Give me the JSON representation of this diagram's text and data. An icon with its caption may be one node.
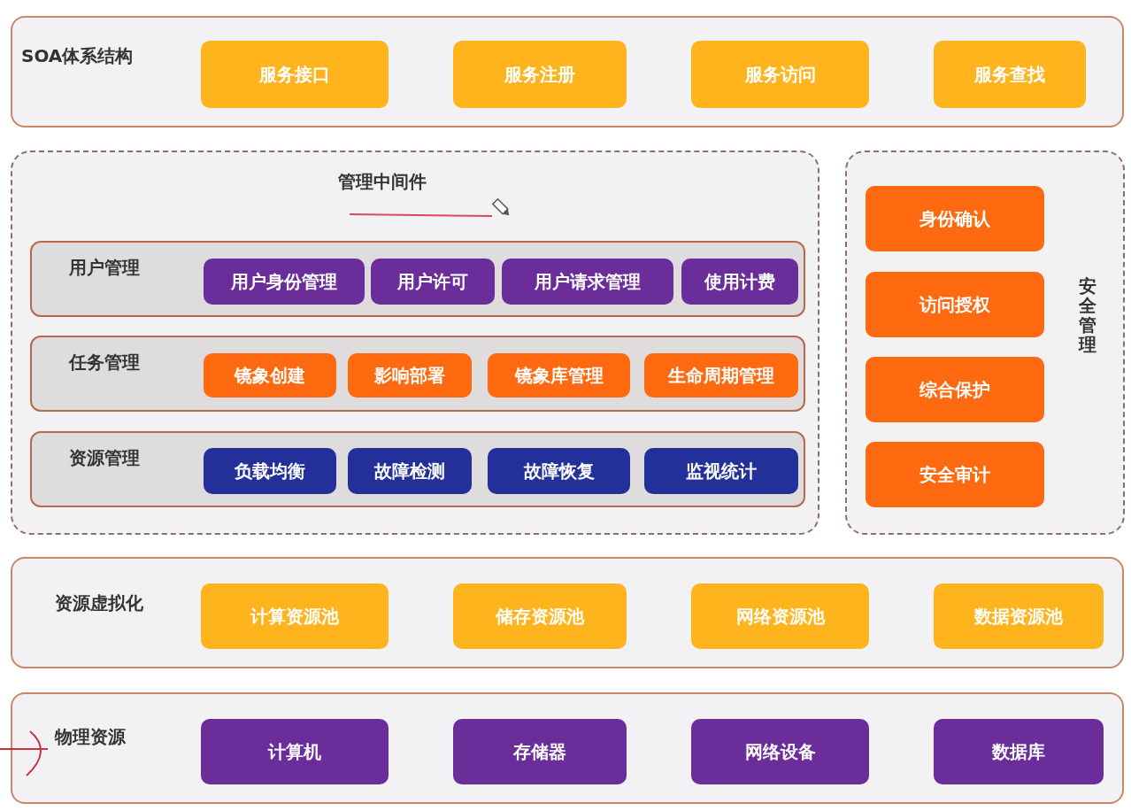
{
  "diagram": {
    "nodes": [
      {
        "text": [
          "SOA体系结构"
        ]
      },
      {
        "text": [
          "服务接口"
        ],
        "in": 0
      },
      {
        "text": [
          "服务注册"
        ],
        "in": 0
      },
      {
        "text": [
          "服务访问"
        ],
        "in": 0
      },
      {
        "text": [
          "服务查找"
        ],
        "in": 0
      },
      {
        "text": [
          "管理中间件"
        ]
      },
      {
        "text": [
          "用户管理"
        ],
        "in": 5
      },
      {
        "text": [
          "用户身份管理"
        ],
        "in": 6
      },
      {
        "text": [
          "用户许可"
        ],
        "in": 6
      },
      {
        "text": [
          "用户请求管理"
        ],
        "in": 6
      },
      {
        "text": [
          "使用计费"
        ],
        "in": 6
      },
      {
        "text": [
          "任务管理"
        ],
        "in": 5
      },
      {
        "text": [
          "镜象创建"
        ],
        "in": 11
      },
      {
        "text": [
          "影响部署"
        ],
        "in": 11
      },
      {
        "text": [
          "镜象库管理"
        ],
        "in": 11
      },
      {
        "text": [
          "生命周期管理"
        ],
        "in": 11
      },
      {
        "text": [
          "资源管理"
        ],
        "in": 5
      },
      {
        "text": [
          "负载均衡"
        ],
        "in": 16
      },
      {
        "text": [
          "故障检测"
        ],
        "in": 16
      },
      {
        "text": [
          "故障恢复"
        ],
        "in": 16
      },
      {
        "text": [
          "监视统计"
        ],
        "in": 16
      },
      {
        "text": [
          "安全管理"
        ]
      },
      {
        "text": [
          "身份确认"
        ],
        "in": 21
      },
      {
        "text": [
          "访问授权"
        ],
        "in": 21
      },
      {
        "text": [
          "综合保护"
        ],
        "in": 21
      },
      {
        "text": [
          "安全审计"
        ],
        "in": 21
      },
      {
        "text": [
          "资源虚拟化"
        ]
      },
      {
        "text": [
          "计算资源池"
        ],
        "in": 26
      },
      {
        "text": [
          "储存资源池"
        ],
        "in": 26
      },
      {
        "text": [
          "网络资源池"
        ],
        "in": 26
      },
      {
        "text": [
          "数据资源池"
        ],
        "in": 26
      },
      {
        "text": [
          "物理资源"
        ]
      },
      {
        "text": [
          "计算机"
        ],
        "in": 31
      },
      {
        "text": [
          "存储器"
        ],
        "in": 31
      },
      {
        "text": [
          "网络设备"
        ],
        "in": 31
      },
      {
        "text": [
          "数据库"
        ],
        "in": 31
      }
    ]
  }
}
